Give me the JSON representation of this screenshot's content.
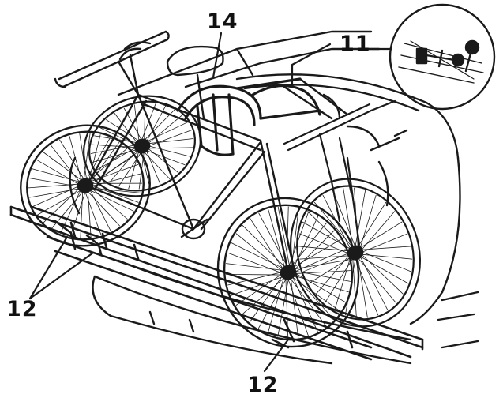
{
  "callouts": {
    "c14": "14",
    "c11": "11",
    "c12_left": "12",
    "c12_bottom": "12"
  },
  "colors": {
    "ink": "#1a1a1a",
    "paper": "#ffffff"
  }
}
